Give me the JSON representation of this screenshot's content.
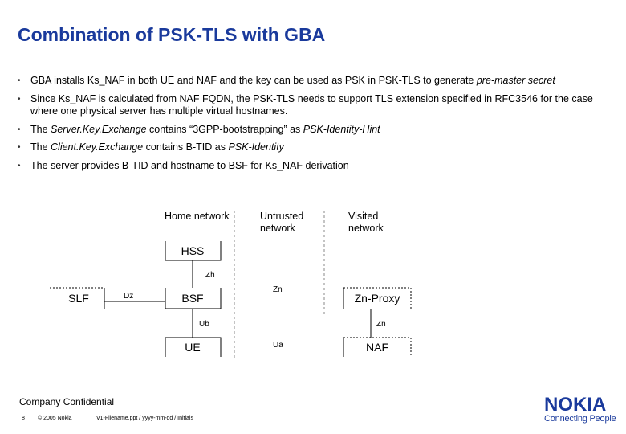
{
  "title": "Combination of PSK-TLS with GBA",
  "bullets": [
    {
      "parts": [
        {
          "t": "GBA installs Ks_NAF in both UE and NAF and the key can be used as PSK in PSK-TLS to generate ",
          "i": false
        },
        {
          "t": "pre-master secret",
          "i": true
        }
      ]
    },
    {
      "parts": [
        {
          "t": "Since Ks_NAF is calculated from NAF FQDN, the PSK-TLS needs to support TLS extension specified in RFC3546 for the case where one physical server has multiple virtual hostnames.",
          "i": false
        }
      ]
    },
    {
      "parts": [
        {
          "t": "The ",
          "i": false
        },
        {
          "t": "Server.Key.Exchange",
          "i": true
        },
        {
          "t": " contains “3GPP-bootstrapping” as ",
          "i": false
        },
        {
          "t": "PSK-Identity-Hint",
          "i": true
        }
      ]
    },
    {
      "parts": [
        {
          "t": "The ",
          "i": false
        },
        {
          "t": "Client.Key.Exchange",
          "i": true
        },
        {
          "t": " contains B-TID as ",
          "i": false
        },
        {
          "t": "PSK-Identity",
          "i": true
        }
      ]
    },
    {
      "parts": [
        {
          "t": "The server provides B-TID and hostname to BSF for Ks_NAF derivation",
          "i": false
        }
      ]
    }
  ],
  "diagram": {
    "headers": {
      "home": "Home network",
      "untrusted_1": "Untrusted",
      "untrusted_2": "network",
      "visited_1": "Visited",
      "visited_2": "network"
    },
    "nodes": {
      "hss": "HSS",
      "slf": "SLF",
      "bsf": "BSF",
      "ue": "UE",
      "znproxy": "Zn-Proxy",
      "naf": "NAF"
    },
    "interfaces": {
      "zh": "Zh",
      "dz": "Dz",
      "zn_mid": "Zn",
      "ub": "Ub",
      "zn_right": "Zn",
      "ua": "Ua"
    }
  },
  "footer": {
    "confidential": "Company Confidential",
    "page": "8",
    "copyright": "© 2005 Nokia",
    "filename": "V1-Filename.ppt / yyyy-mm-dd / Initials"
  },
  "logo": {
    "word": "NOKIA",
    "tagline": "Connecting People"
  },
  "colors": {
    "title": "#1a3a9c",
    "logo": "#1a3a9c"
  }
}
